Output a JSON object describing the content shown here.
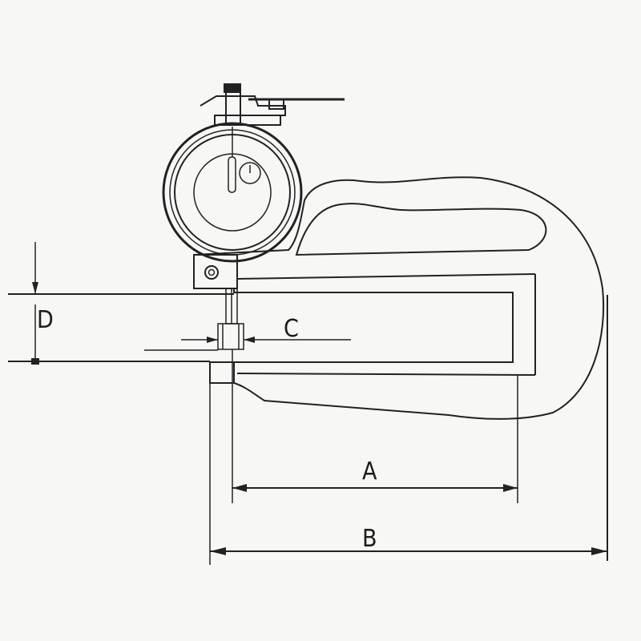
{
  "diagram": {
    "labels": {
      "A": "A",
      "B": "B",
      "C": "C",
      "D": "D"
    },
    "colors": {
      "background": "#f7f7f6",
      "frame_fill": "#ececee",
      "ink": "#222222"
    }
  }
}
